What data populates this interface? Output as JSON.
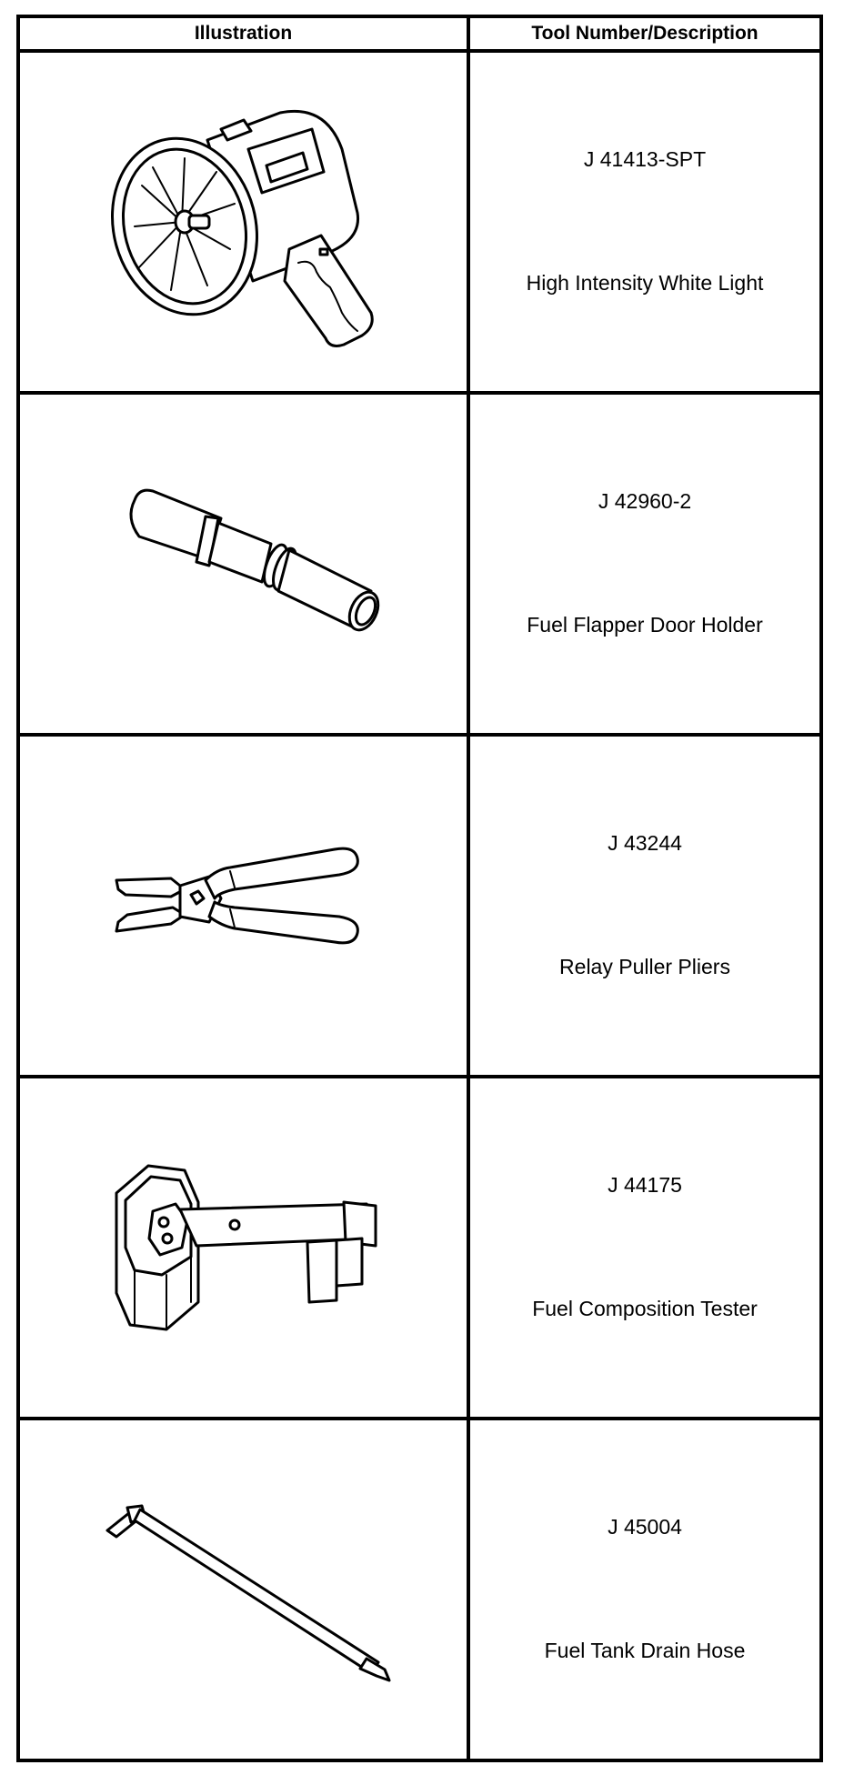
{
  "header": {
    "illustration": "Illustration",
    "tool_number_description": "Tool Number/Description"
  },
  "tools": [
    {
      "number": "J 41413-SPT",
      "description": "High Intensity White Light",
      "icon": "spotlight-icon"
    },
    {
      "number": "J 42960-2",
      "description": "Fuel Flapper Door Holder",
      "icon": "flapper-door-holder-icon"
    },
    {
      "number": "J 43244",
      "description": "Relay Puller Pliers",
      "icon": "relay-puller-pliers-icon"
    },
    {
      "number": "J 44175",
      "description": "Fuel Composition Tester",
      "icon": "fuel-composition-tester-icon"
    },
    {
      "number": "J 45004",
      "description": "Fuel Tank Drain Hose",
      "icon": "drain-hose-icon"
    }
  ]
}
